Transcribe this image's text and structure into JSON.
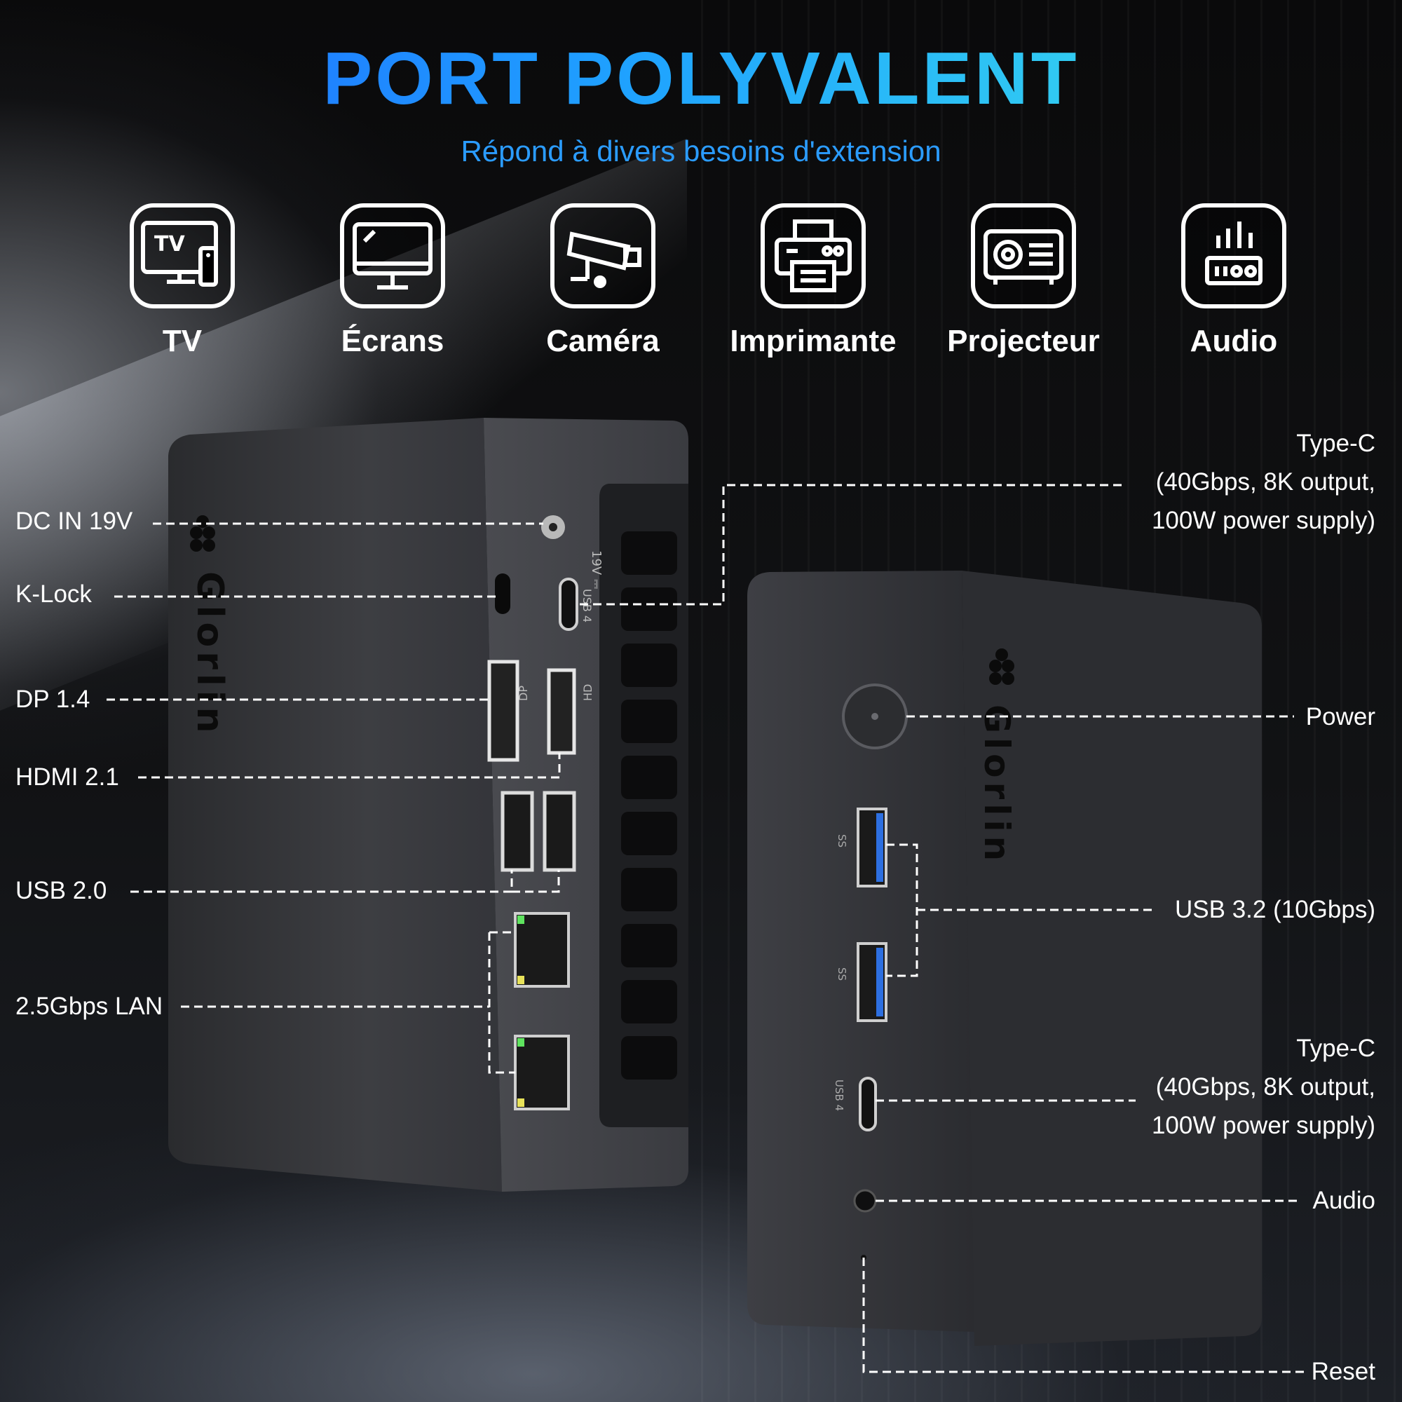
{
  "header": {
    "title": "PORT POLYVALENT",
    "subtitle": "Répond à divers besoins d'extension"
  },
  "devices": [
    {
      "label": "TV",
      "icon": "tv-icon"
    },
    {
      "label": "Écrans",
      "icon": "monitor-icon"
    },
    {
      "label": "Caméra",
      "icon": "camera-icon"
    },
    {
      "label": "Imprimante",
      "icon": "printer-icon"
    },
    {
      "label": "Projecteur",
      "icon": "projector-icon"
    },
    {
      "label": "Audio",
      "icon": "audio-mixer-icon"
    }
  ],
  "left_ports": {
    "dc_in": "DC IN 19V",
    "k_lock": "K-Lock",
    "dp": "DP 1.4",
    "hdmi": "HDMI 2.1",
    "usb2": "USB 2.0",
    "lan": "2.5Gbps LAN"
  },
  "right_ports": {
    "typec_rear": [
      "Type-C",
      "(40Gbps, 8K output,",
      "100W power supply)"
    ],
    "power": "Power",
    "usb32": "USB 3.2 (10Gbps)",
    "typec_front": [
      "Type-C",
      "(40Gbps, 8K output,",
      "100W power supply)"
    ],
    "audio": "Audio",
    "reset": "Reset"
  },
  "device_markings": {
    "brand": "Glorlin",
    "dc_mark": "19V ⎓",
    "usb4_rear": "USB 4",
    "dp_mark": "DP",
    "hdmi_mark": "HD",
    "ss_mark": "SS",
    "usb4_front": "USB 4"
  },
  "colors": {
    "title_gradient": [
      "#1f63ff",
      "#3ee8e8"
    ],
    "subtitle": "#2b9cff",
    "device_body": "#3a3b3f",
    "usb3_blue": "#2d6fe0"
  }
}
